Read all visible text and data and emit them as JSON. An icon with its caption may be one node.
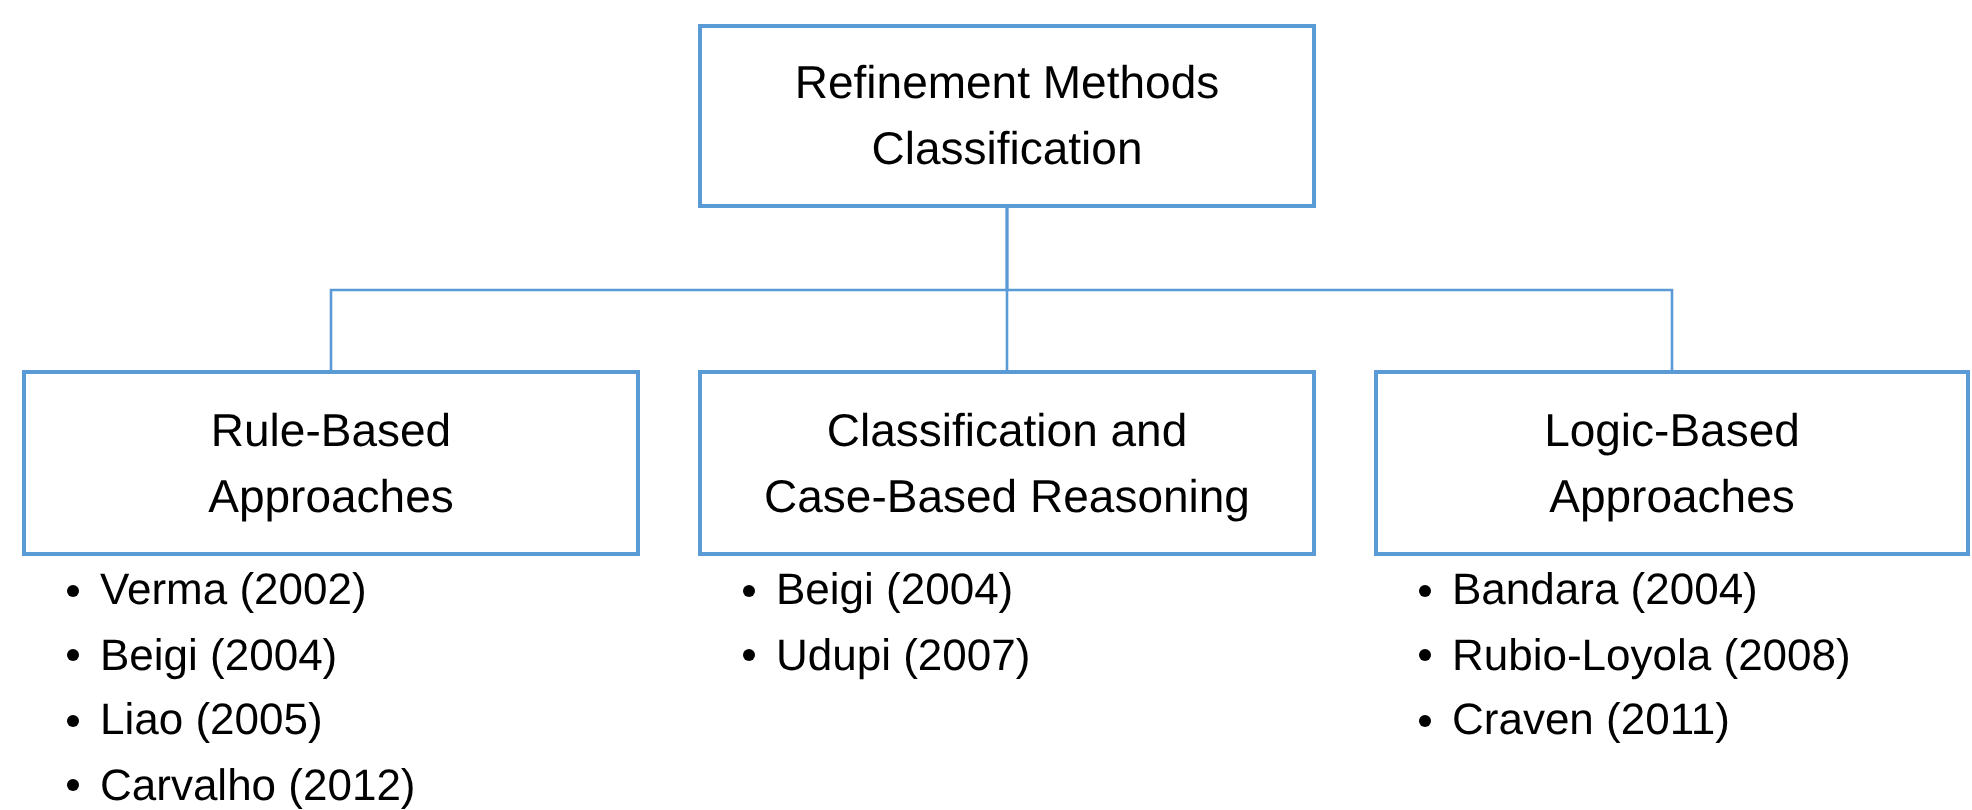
{
  "diagram": {
    "nodes": [
      {
        "text": [
          "Refinement Methods Classification"
        ]
      },
      {
        "text": [
          "Rule-Based Approaches"
        ],
        "beside": [
          "Verma (2002)",
          "Beigi (2004)",
          "Liao (2005)",
          "Carvalho (2012)"
        ]
      },
      {
        "text": [
          "Classification and Case-Based Reasoning"
        ],
        "beside": [
          "Beigi (2004)",
          "Udupi (2007)"
        ]
      },
      {
        "text": [
          "Logic-Based Approaches"
        ],
        "beside": [
          "Bandara (2004)",
          "Rubio-Loyola (2008)",
          "Craven (2011)"
        ]
      }
    ],
    "edges": [
      {
        "from": 0,
        "to": 1,
        "arrow": "none"
      },
      {
        "from": 0,
        "to": 2,
        "arrow": "none"
      },
      {
        "from": 0,
        "to": 3,
        "arrow": "none"
      }
    ]
  }
}
